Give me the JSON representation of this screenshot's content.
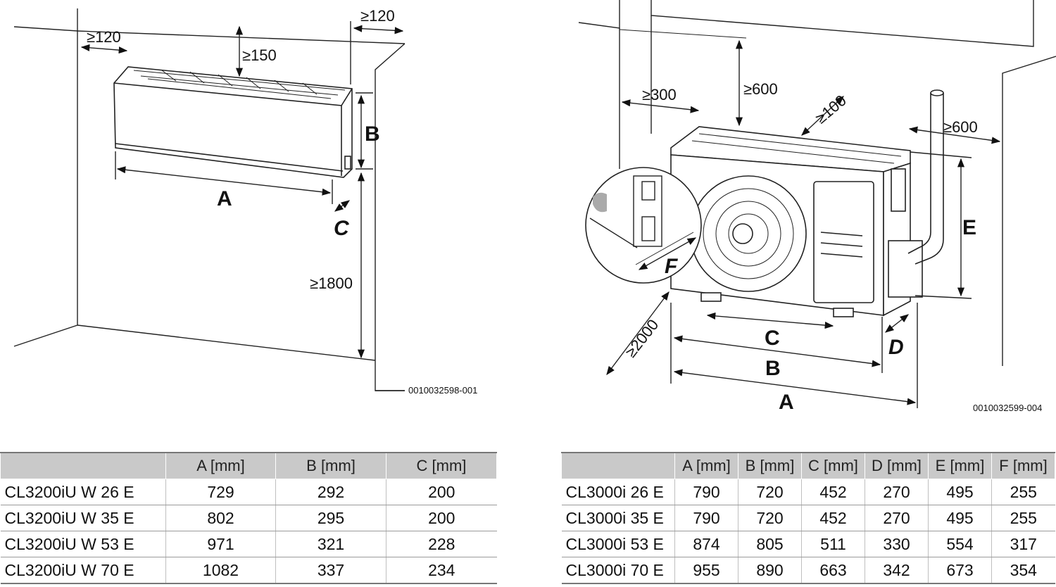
{
  "indoor": {
    "dims": {
      "clear_left": "≥120",
      "clear_top": "≥150",
      "clear_right": "≥120",
      "height_floor": "≥1800",
      "label_a": "A",
      "label_b": "B",
      "label_c": "C"
    },
    "ref_code": "0010032598-001"
  },
  "outdoor": {
    "dims": {
      "clear_left": "≥300",
      "clear_top": "≥600",
      "clear_back": "≥100",
      "clear_right": "≥600",
      "clear_front": "≥2000",
      "label_a": "A",
      "label_b": "B",
      "label_c": "C",
      "label_d": "D",
      "label_e": "E",
      "label_f": "F"
    },
    "ref_code": "0010032599-004"
  },
  "table_indoor": {
    "headers": [
      "",
      "A [mm]",
      "B [mm]",
      "C [mm]"
    ],
    "rows": [
      [
        "CL3200iU W 26 E",
        "729",
        "292",
        "200"
      ],
      [
        "CL3200iU W 35 E",
        "802",
        "295",
        "200"
      ],
      [
        "CL3200iU W 53 E",
        "971",
        "321",
        "228"
      ],
      [
        "CL3200iU W 70 E",
        "1082",
        "337",
        "234"
      ]
    ]
  },
  "table_outdoor": {
    "headers": [
      "",
      "A [mm]",
      "B [mm]",
      "C [mm]",
      "D [mm]",
      "E [mm]",
      "F [mm]"
    ],
    "rows": [
      [
        "CL3000i 26 E",
        "790",
        "720",
        "452",
        "270",
        "495",
        "255"
      ],
      [
        "CL3000i 35 E",
        "790",
        "720",
        "452",
        "270",
        "495",
        "255"
      ],
      [
        "CL3000i 53 E",
        "874",
        "805",
        "511",
        "330",
        "554",
        "317"
      ],
      [
        "CL3000i 70 E",
        "955",
        "890",
        "663",
        "342",
        "673",
        "354"
      ]
    ]
  }
}
